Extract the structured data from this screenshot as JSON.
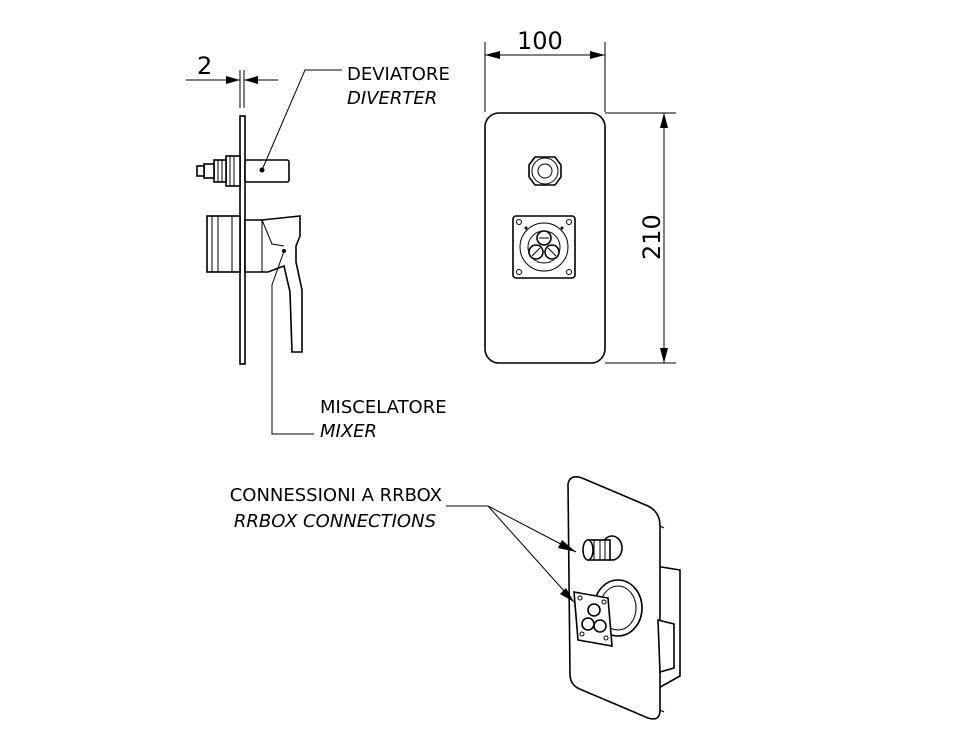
{
  "dimensions": {
    "thickness": "2",
    "width": "100",
    "height": "210"
  },
  "labels": {
    "diverter_it": "DEVIATORE",
    "diverter_en": "DIVERTER",
    "mixer_it": "MISCELATORE",
    "mixer_en": "MIXER",
    "connections_it": "CONNESSIONI A RRBOX",
    "connections_en": "RRBOX CONNECTIONS"
  }
}
